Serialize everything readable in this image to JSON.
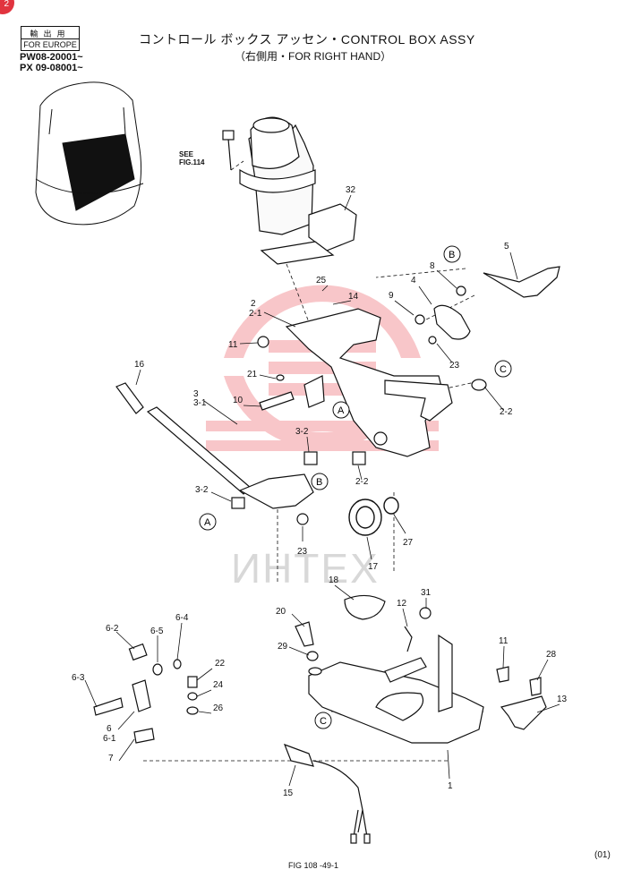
{
  "corner_badge": "2",
  "export_stamp": {
    "jp": "輸出用",
    "en": "FOR EUROPE"
  },
  "serials": [
    "PW08-20001~",
    "PX 09-08001~"
  ],
  "title": "コントロール ボックス アッセン・CONTROL BOX ASSY",
  "subtitle": "（右側用・FOR RIGHT HAND）",
  "see_fig": [
    "SEE",
    "FIG.114"
  ],
  "watermark": "ИНТЕХ",
  "footer_fig": "FIG 108 -49-1",
  "page_code": "(01)",
  "part_labels": {
    "p32": "32",
    "p25": "25",
    "p14": "14",
    "p2": "2",
    "p2_1": "2-1",
    "p11a": "11",
    "p9": "9",
    "p4": "4",
    "p8": "8",
    "p5": "5",
    "p23a": "23",
    "p2_2a": "2-2",
    "p21": "21",
    "p10": "10",
    "p16": "16",
    "p3": "3",
    "p3_1": "3-1",
    "p3_2a": "3-2",
    "p3_2b": "3-2",
    "p2_2b": "2-2",
    "p23b": "23",
    "p17": "17",
    "p27": "27",
    "p18": "18",
    "p20": "20",
    "p12": "12",
    "p31": "31",
    "p29": "29",
    "p11b": "11",
    "p28": "28",
    "p13": "13",
    "p1": "1",
    "p15": "15",
    "p6_2": "6-2",
    "p6_5": "6-5",
    "p6_4": "6-4",
    "p22": "22",
    "p24": "24",
    "p26": "26",
    "p6_3": "6-3",
    "p6": "6",
    "p6_1": "6-1",
    "p7": "7"
  },
  "callouts": {
    "A": "A",
    "B": "B",
    "C": "C"
  },
  "colors": {
    "line": "#111111",
    "watermark": "#e9373f",
    "badge": "#e1343f"
  }
}
